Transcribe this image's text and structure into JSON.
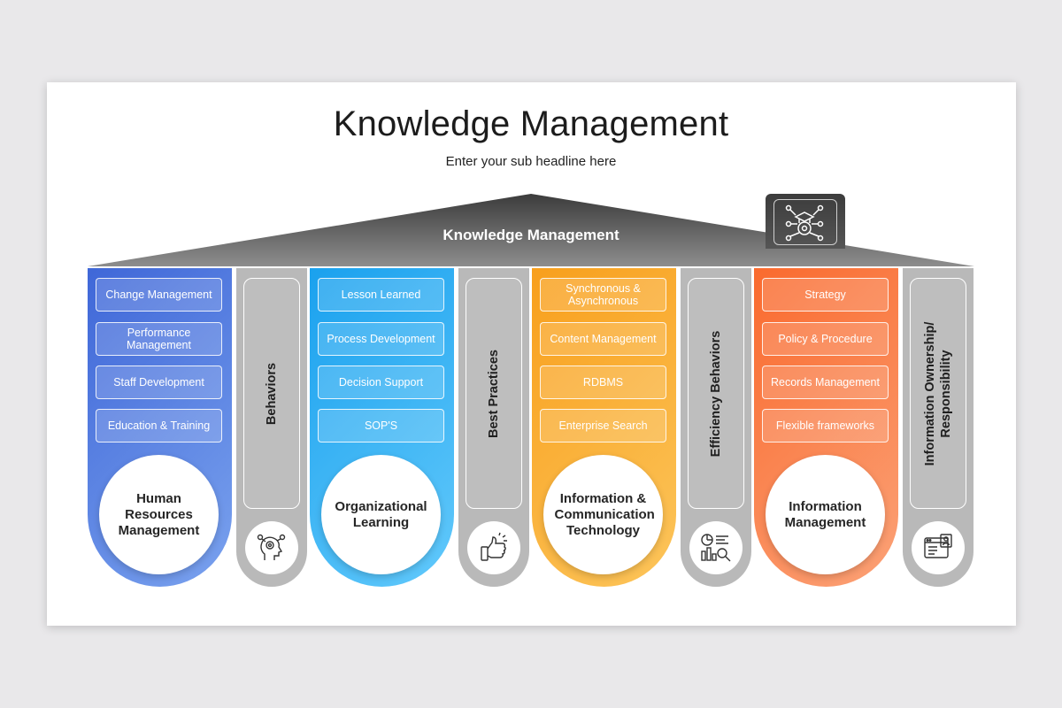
{
  "header": {
    "title": "Knowledge Management",
    "subtitle": "Enter your sub headline here"
  },
  "roof": {
    "label": "Knowledge Management",
    "chimney_icon": "graduation-cap-gear-network-icon"
  },
  "pillars": [
    {
      "name": "Human Resources Management",
      "color_start": "#3f67d8",
      "color_end": "#7aa2ee",
      "items": [
        "Change Management",
        "Performance Management",
        "Staff Development",
        "Education & Training"
      ]
    },
    {
      "name": "Organizational Learning",
      "color_start": "#1aa1ee",
      "color_end": "#62c9fb",
      "items": [
        "Lesson Learned",
        "Process Development",
        "Decision Support",
        "SOP'S"
      ]
    },
    {
      "name": "Information & Communication Technology",
      "color_start": "#f89f1c",
      "color_end": "#fcc55b",
      "items": [
        "Synchronous & Asynchronous",
        "Content Management",
        "RDBMS",
        "Enterprise Search"
      ]
    },
    {
      "name": "Information Management",
      "color_start": "#fa6a2e",
      "color_end": "#fba277",
      "items": [
        "Strategy",
        "Policy & Procedure",
        "Records Management",
        "Flexible frameworks"
      ]
    }
  ],
  "gray_pillars": [
    {
      "label": "Behaviors",
      "icon": "head-thinking-icon"
    },
    {
      "label": "Best Practices",
      "icon": "thumbs-up-icon"
    },
    {
      "label": "Efficiency Behaviors",
      "icon": "data-analysis-icon"
    },
    {
      "label": "Information Ownership/ Responsibility",
      "icon": "profile-document-icon"
    }
  ]
}
